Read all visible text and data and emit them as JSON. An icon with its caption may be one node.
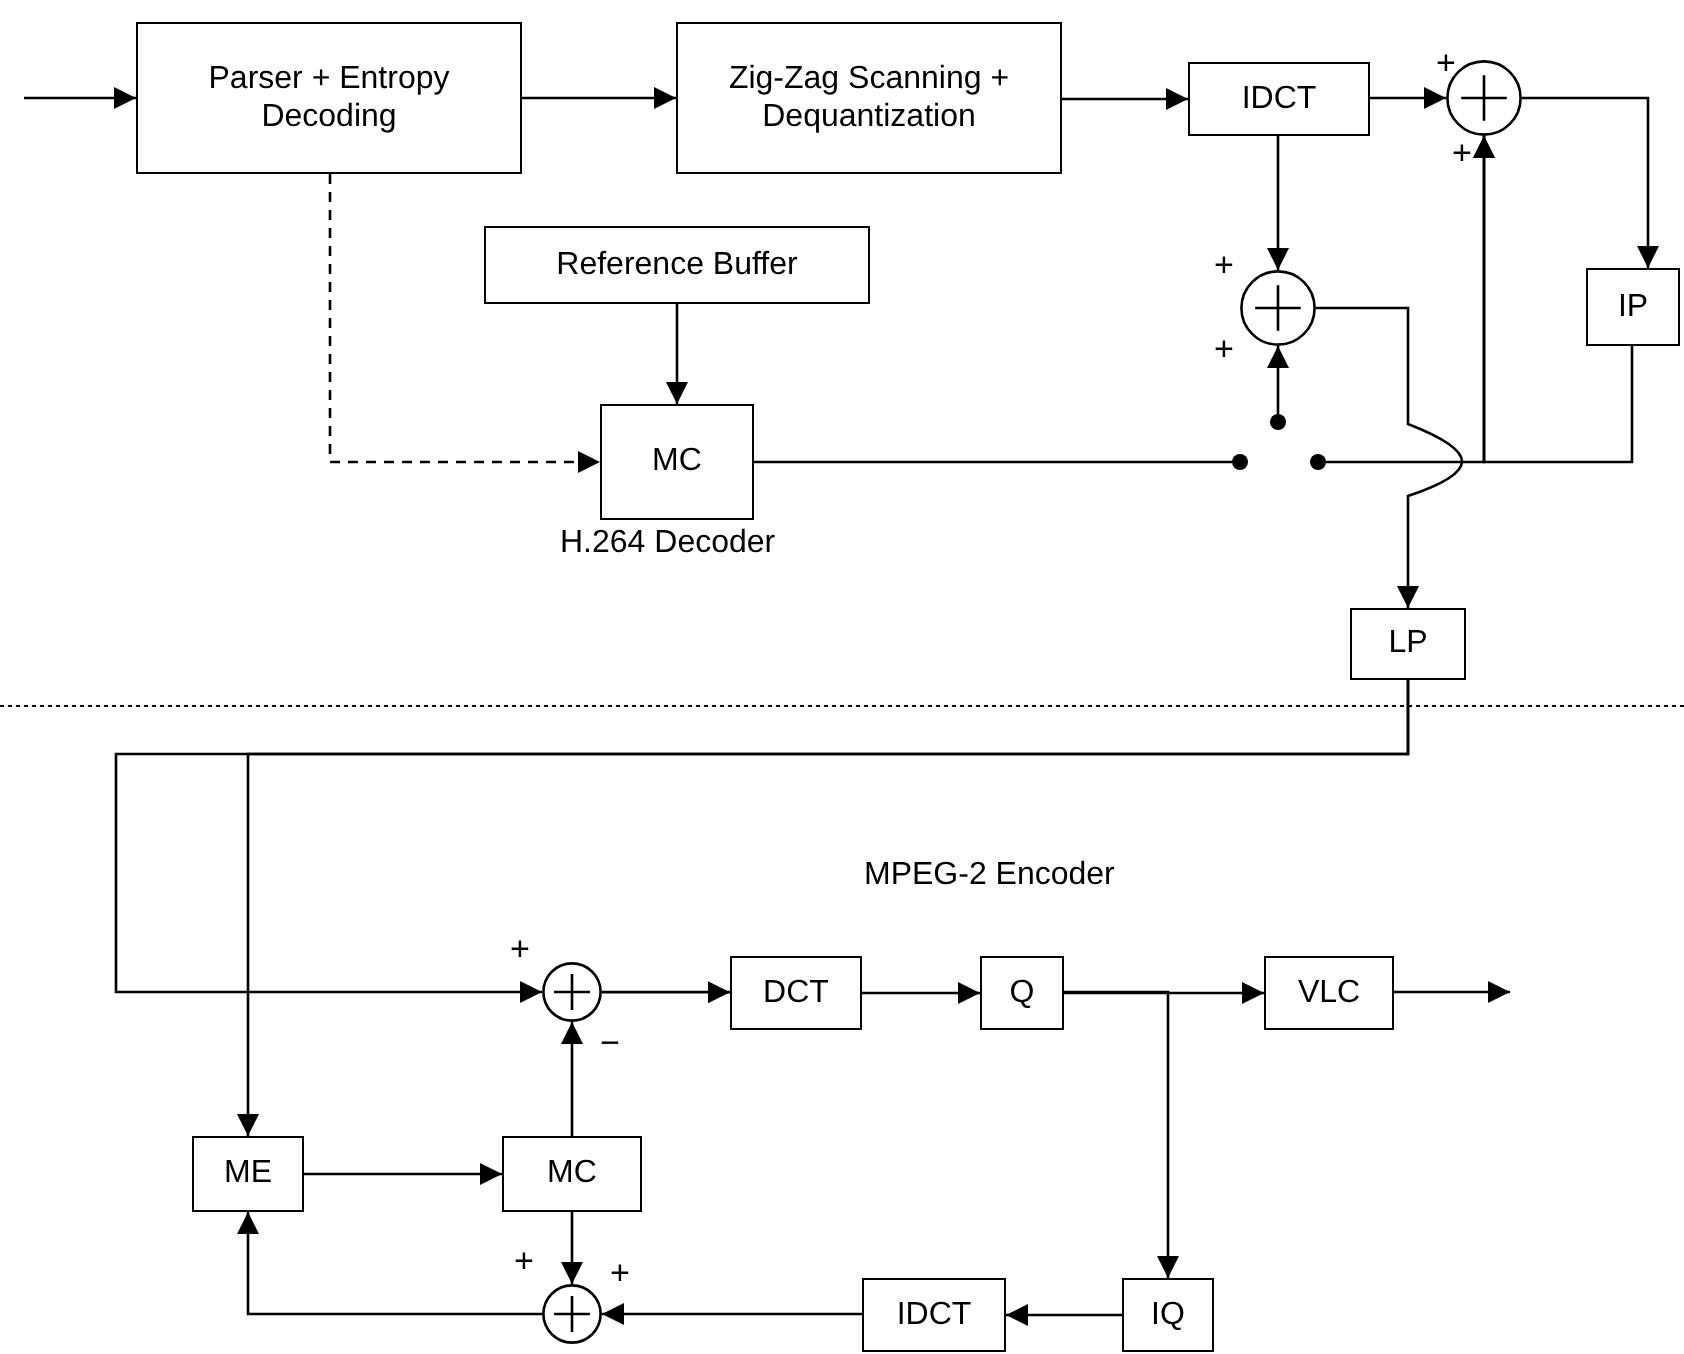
{
  "diagram": {
    "nodes": [
      {
        "text": [
          "Parser + Entropy Decoding"
        ]
      },
      {
        "text": [
          "Zig-Zag Scanning + Dequantization"
        ]
      },
      {
        "text": [
          "IDCT"
        ]
      },
      {
        "text": [],
        "shape": "circle"
      },
      {
        "text": [
          "Reference Buffer"
        ]
      },
      {
        "text": [],
        "shape": "circle"
      },
      {
        "text": [
          "IP"
        ]
      },
      {
        "text": [
          "MC"
        ]
      },
      {
        "text": [],
        "shape": "dot"
      },
      {
        "text": [],
        "shape": "dot"
      },
      {
        "text": [],
        "shape": "dot"
      },
      {
        "text": [
          "LP"
        ]
      },
      {
        "text": [],
        "shape": "circle"
      },
      {
        "text": [
          "DCT"
        ]
      },
      {
        "text": [
          "Q"
        ]
      },
      {
        "text": [
          "VLC"
        ]
      },
      {
        "text": [
          "ME"
        ]
      },
      {
        "text": [
          "MC"
        ]
      },
      {
        "text": [],
        "shape": "circle"
      },
      {
        "text": [
          "IDCT"
        ]
      },
      {
        "text": [
          "IQ"
        ]
      }
    ],
    "edges": [
      {
        "from": null,
        "to": 0,
        "arrow": "to"
      },
      {
        "from": 0,
        "to": 1,
        "arrow": "to"
      },
      {
        "from": 1,
        "to": 2,
        "arrow": "to"
      },
      {
        "from": 2,
        "to": 3,
        "arrow": "to"
      },
      {
        "from": 2,
        "to": 5,
        "arrow": "to"
      },
      {
        "from": 3,
        "to": 6,
        "arrow": "to"
      },
      {
        "from": 0,
        "to": 7,
        "arrow": "to",
        "style": "dashed"
      },
      {
        "from": 4,
        "to": 7,
        "arrow": "to"
      },
      {
        "from": 7,
        "to": 9,
        "arrow": "none"
      },
      {
        "from": 8,
        "to": 5,
        "arrow": "to"
      },
      {
        "from": 10,
        "to": 3,
        "arrow": "to"
      },
      {
        "from": 6,
        "to": 3,
        "arrow": "to"
      },
      {
        "from": 5,
        "to": 11,
        "arrow": "to"
      },
      {
        "from": 11,
        "to": 12,
        "arrow": "to"
      },
      {
        "from": 11,
        "to": 16,
        "arrow": "to"
      },
      {
        "from": 12,
        "to": 13,
        "arrow": "to"
      },
      {
        "from": 13,
        "to": 14,
        "arrow": "to"
      },
      {
        "from": 14,
        "to": 15,
        "arrow": "to"
      },
      {
        "from": 15,
        "to": null,
        "arrow": "to"
      },
      {
        "from": 14,
        "to": 20,
        "arrow": "to"
      },
      {
        "from": 20,
        "to": 19,
        "arrow": "to"
      },
      {
        "from": 19,
        "to": 18,
        "arrow": "to"
      },
      {
        "from": 17,
        "to": 18,
        "arrow": "to"
      },
      {
        "from": 17,
        "to": 12,
        "arrow": "to"
      },
      {
        "from": 16,
        "to": 17,
        "arrow": "to"
      },
      {
        "from": 18,
        "to": 16,
        "arrow": "to"
      }
    ],
    "labels": [
      "+",
      "+",
      "+",
      "+",
      "H.264 Decoder",
      "MPEG-2 Encoder",
      "+",
      "−",
      "+",
      "+"
    ]
  }
}
